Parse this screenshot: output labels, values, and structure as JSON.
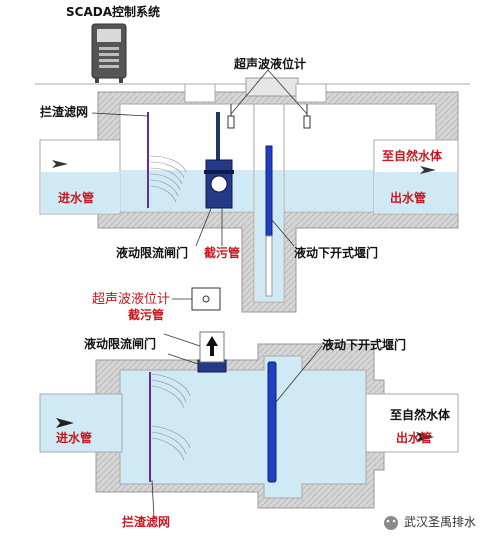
{
  "top": {
    "scada_label": "SCADA控制系统",
    "ultrasonic_label": "超声波液位计",
    "screen_label": "拦渣滤网",
    "destination_label": "至自然水体",
    "inlet_label": "进水管",
    "outlet_label": "出水管",
    "flow_gate_label": "液动限流闸门",
    "sewage_pipe_label": "截污管",
    "weir_gate_label": "液动下开式堰门"
  },
  "bottom": {
    "ultrasonic_label": "超声波液位计",
    "sewage_pipe_label": "截污管",
    "flow_gate_label": "液动限流闸门",
    "weir_gate_label": "液动下开式堰门",
    "destination_label": "至自然水体",
    "inlet_label": "进水管",
    "outlet_label": "出水管",
    "screen_label": "拦渣滤网"
  },
  "watermark": {
    "text": "武汉圣禹排水"
  },
  "colors": {
    "water": "#cfeaf5",
    "wall": "#cfcfcf",
    "weir_blue": "#1f3fbf",
    "screen_purple": "#6b2a9a",
    "label_red": "#c8181e"
  }
}
